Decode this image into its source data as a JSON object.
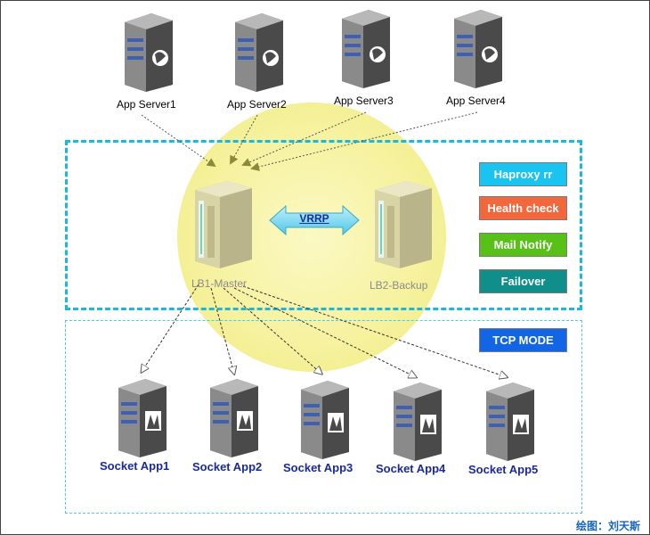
{
  "app_servers": [
    {
      "label": "App Server1"
    },
    {
      "label": "App Server2"
    },
    {
      "label": "App Server3"
    },
    {
      "label": "App Server4"
    }
  ],
  "load_balancers": {
    "master": "LB1-Master",
    "backup": "LB2-Backup",
    "link": "VRRP"
  },
  "features": [
    {
      "label": "Haproxy rr",
      "color": "#19c4f0"
    },
    {
      "label": "Health check",
      "color": "#f2683c"
    },
    {
      "label": "Mail Notify",
      "color": "#58c118"
    },
    {
      "label": "Failover",
      "color": "#0f8e8c"
    }
  ],
  "mode": {
    "label": "TCP MODE",
    "color": "#1266e6"
  },
  "socket_apps": [
    {
      "label": "Socket App1"
    },
    {
      "label": "Socket App2"
    },
    {
      "label": "Socket App3"
    },
    {
      "label": "Socket App4"
    },
    {
      "label": "Socket App5"
    }
  ],
  "credit": "绘图：刘天斯"
}
